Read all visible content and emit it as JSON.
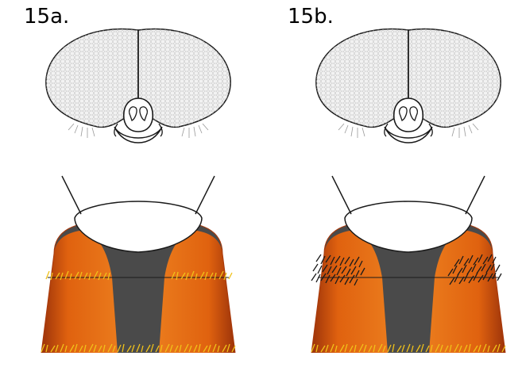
{
  "panels": [
    {
      "label": "15a.",
      "bristle_color": "#f0c21a",
      "mesonotum_bristles": "pale"
    },
    {
      "label": "15b.",
      "bristle_color": "#1a1a1a",
      "mesonotum_bristles": "dark"
    }
  ],
  "colors": {
    "outline": "#1a1a1a",
    "eye_fill": "#f2f2f2",
    "dark_stripe": "#4a4a4a",
    "thorax_orange": "#e0620f",
    "thorax_edge": "#a8380a",
    "pale_bristle": "#f0c21a"
  }
}
